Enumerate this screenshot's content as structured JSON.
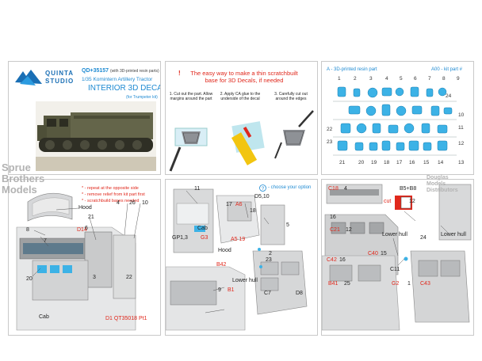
{
  "header": {
    "brand_line1": "QUINTA",
    "brand_line2": "STUDIO",
    "code": "QD+35157",
    "code_note": "(with 3D-printed resin parts)",
    "kit_title": "1/35 Komintern Artillery Tractor",
    "main_title": "INTERIOR 3D DECAL",
    "for_kit": "(for Trumpeter kit)"
  },
  "howto": {
    "title_mark": "!",
    "title": "The easy way to make a thin scratchbuilt base for 3D Decals, if needed",
    "steps": [
      "1. Cut out the part. Allow margins around the part",
      "2. Apply CA glue to the underside of the decal",
      "3. Carefully cut out around the edges"
    ]
  },
  "parts_panel": {
    "title_a": "A - 3D-printed resin part",
    "title_kit": "A00 - kit part #",
    "top_numbers": [
      "1",
      "2",
      "3",
      "4",
      "5",
      "6",
      "7",
      "8",
      "9"
    ],
    "right_numbers": [
      "10",
      "11",
      "12",
      "13"
    ],
    "bottom_numbers": [
      "21",
      "20",
      "19",
      "18",
      "17",
      "16",
      "15",
      "14"
    ],
    "left_numbers": [
      "22",
      "23"
    ],
    "corner_number": "24"
  },
  "panel4": {
    "legend": [
      "* - repeat at the opposite side",
      "* - remove relief from kit part first",
      "* - scratchbuild bases needed"
    ],
    "labels": {
      "hood": "Hood",
      "cab": "Cab",
      "d14": "D14",
      "n8": "8",
      "n7": "7",
      "n20": "20",
      "n3": "3",
      "n21": "21",
      "n6": "6",
      "n4": "4",
      "n26": "26",
      "n10": "10",
      "n22": "22",
      "ref": "D1 QT35018 Pt1"
    }
  },
  "panel5": {
    "option_note": "- choose your option",
    "labels": {
      "n11": "11",
      "gp": "GP1,3",
      "cab": "Cab",
      "g3": "G3",
      "d5_10": "D5,10",
      "n17": "17",
      "a6": "A6",
      "n18": "18",
      "n5": "5",
      "a5_19": "A5 19",
      "hood": "Hood",
      "b42": "B42",
      "n23": "23",
      "lower_hull": "Lower hull",
      "n9": "9",
      "b1": "B1",
      "c7": "C7",
      "d8": "D8",
      "n2": "2"
    }
  },
  "panel6": {
    "labels": {
      "c18": "C18",
      "n4": "4",
      "cut": "cut",
      "b5_b8": "B5+B8",
      "n12": "12",
      "n16": "16",
      "c21": "C21",
      "n12b": "12",
      "lower_hull_1": "Lower hull",
      "lower_hull_2": "Lower hull",
      "c42": "C42",
      "n16b": "16",
      "c40": "C40",
      "n15": "15",
      "c11": "C11",
      "n24": "24",
      "b41": "B41",
      "n25": "25",
      "g2": "G2",
      "n1": "1",
      "c43": "C43"
    }
  },
  "watermarks": {
    "left_1": "Sprue",
    "left_2": "Brothers",
    "left_3": "Models",
    "right_1": "Douglas",
    "right_2": "Models",
    "right_3": "Distributors"
  },
  "colors": {
    "accent_red": "#e0281c",
    "accent_blue": "#1e8ad2",
    "part_cyan": "#3cb2e6",
    "panel_border": "#c9c9c9"
  }
}
